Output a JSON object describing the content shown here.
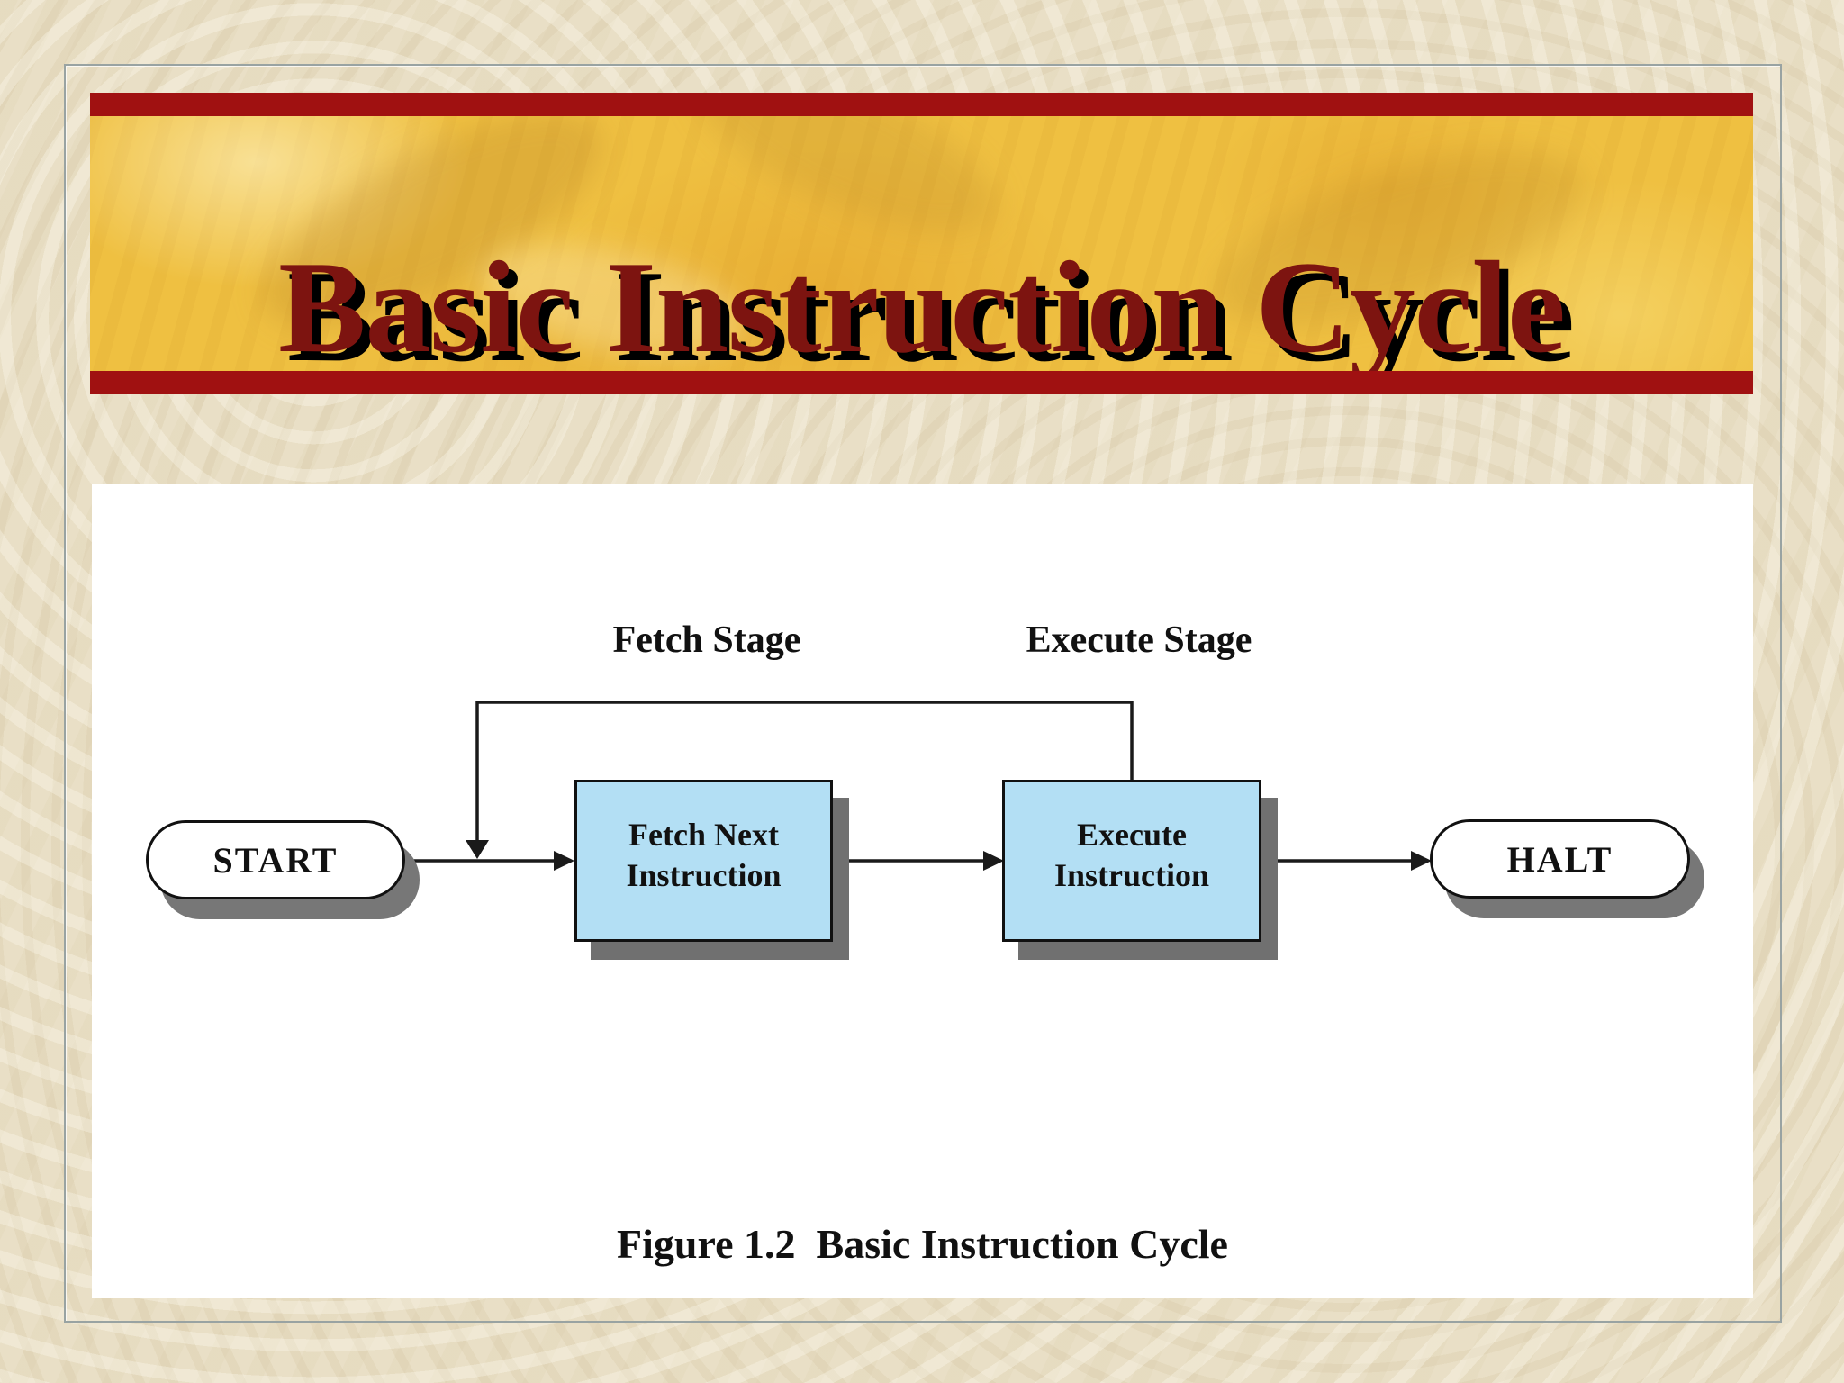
{
  "title_banner": {
    "title": "Basic Instruction Cycle"
  },
  "diagram": {
    "stage_labels": {
      "fetch": "Fetch Stage",
      "execute": "Execute Stage"
    },
    "nodes": {
      "start": {
        "label": "START"
      },
      "fetch": {
        "line1": "Fetch Next",
        "line2": "Instruction"
      },
      "execute": {
        "line1": "Execute",
        "line2": "Instruction"
      },
      "halt": {
        "label": "HALT"
      }
    },
    "caption": "Figure 1.2  Basic Instruction Cycle"
  },
  "colors": {
    "background_parchment": "#e9dfc6",
    "banner_gold": "#efc041",
    "accent_red": "#a01111",
    "title_maroon": "#7d1410",
    "title_shadow": "#000000",
    "panel_white": "#ffffff",
    "process_box_blue": "#b3dff4",
    "node_border_black": "#111111",
    "drop_shadow_gray": "#707070",
    "frame_gray": "#99a3a2",
    "connector_black": "#1a1a1a"
  }
}
